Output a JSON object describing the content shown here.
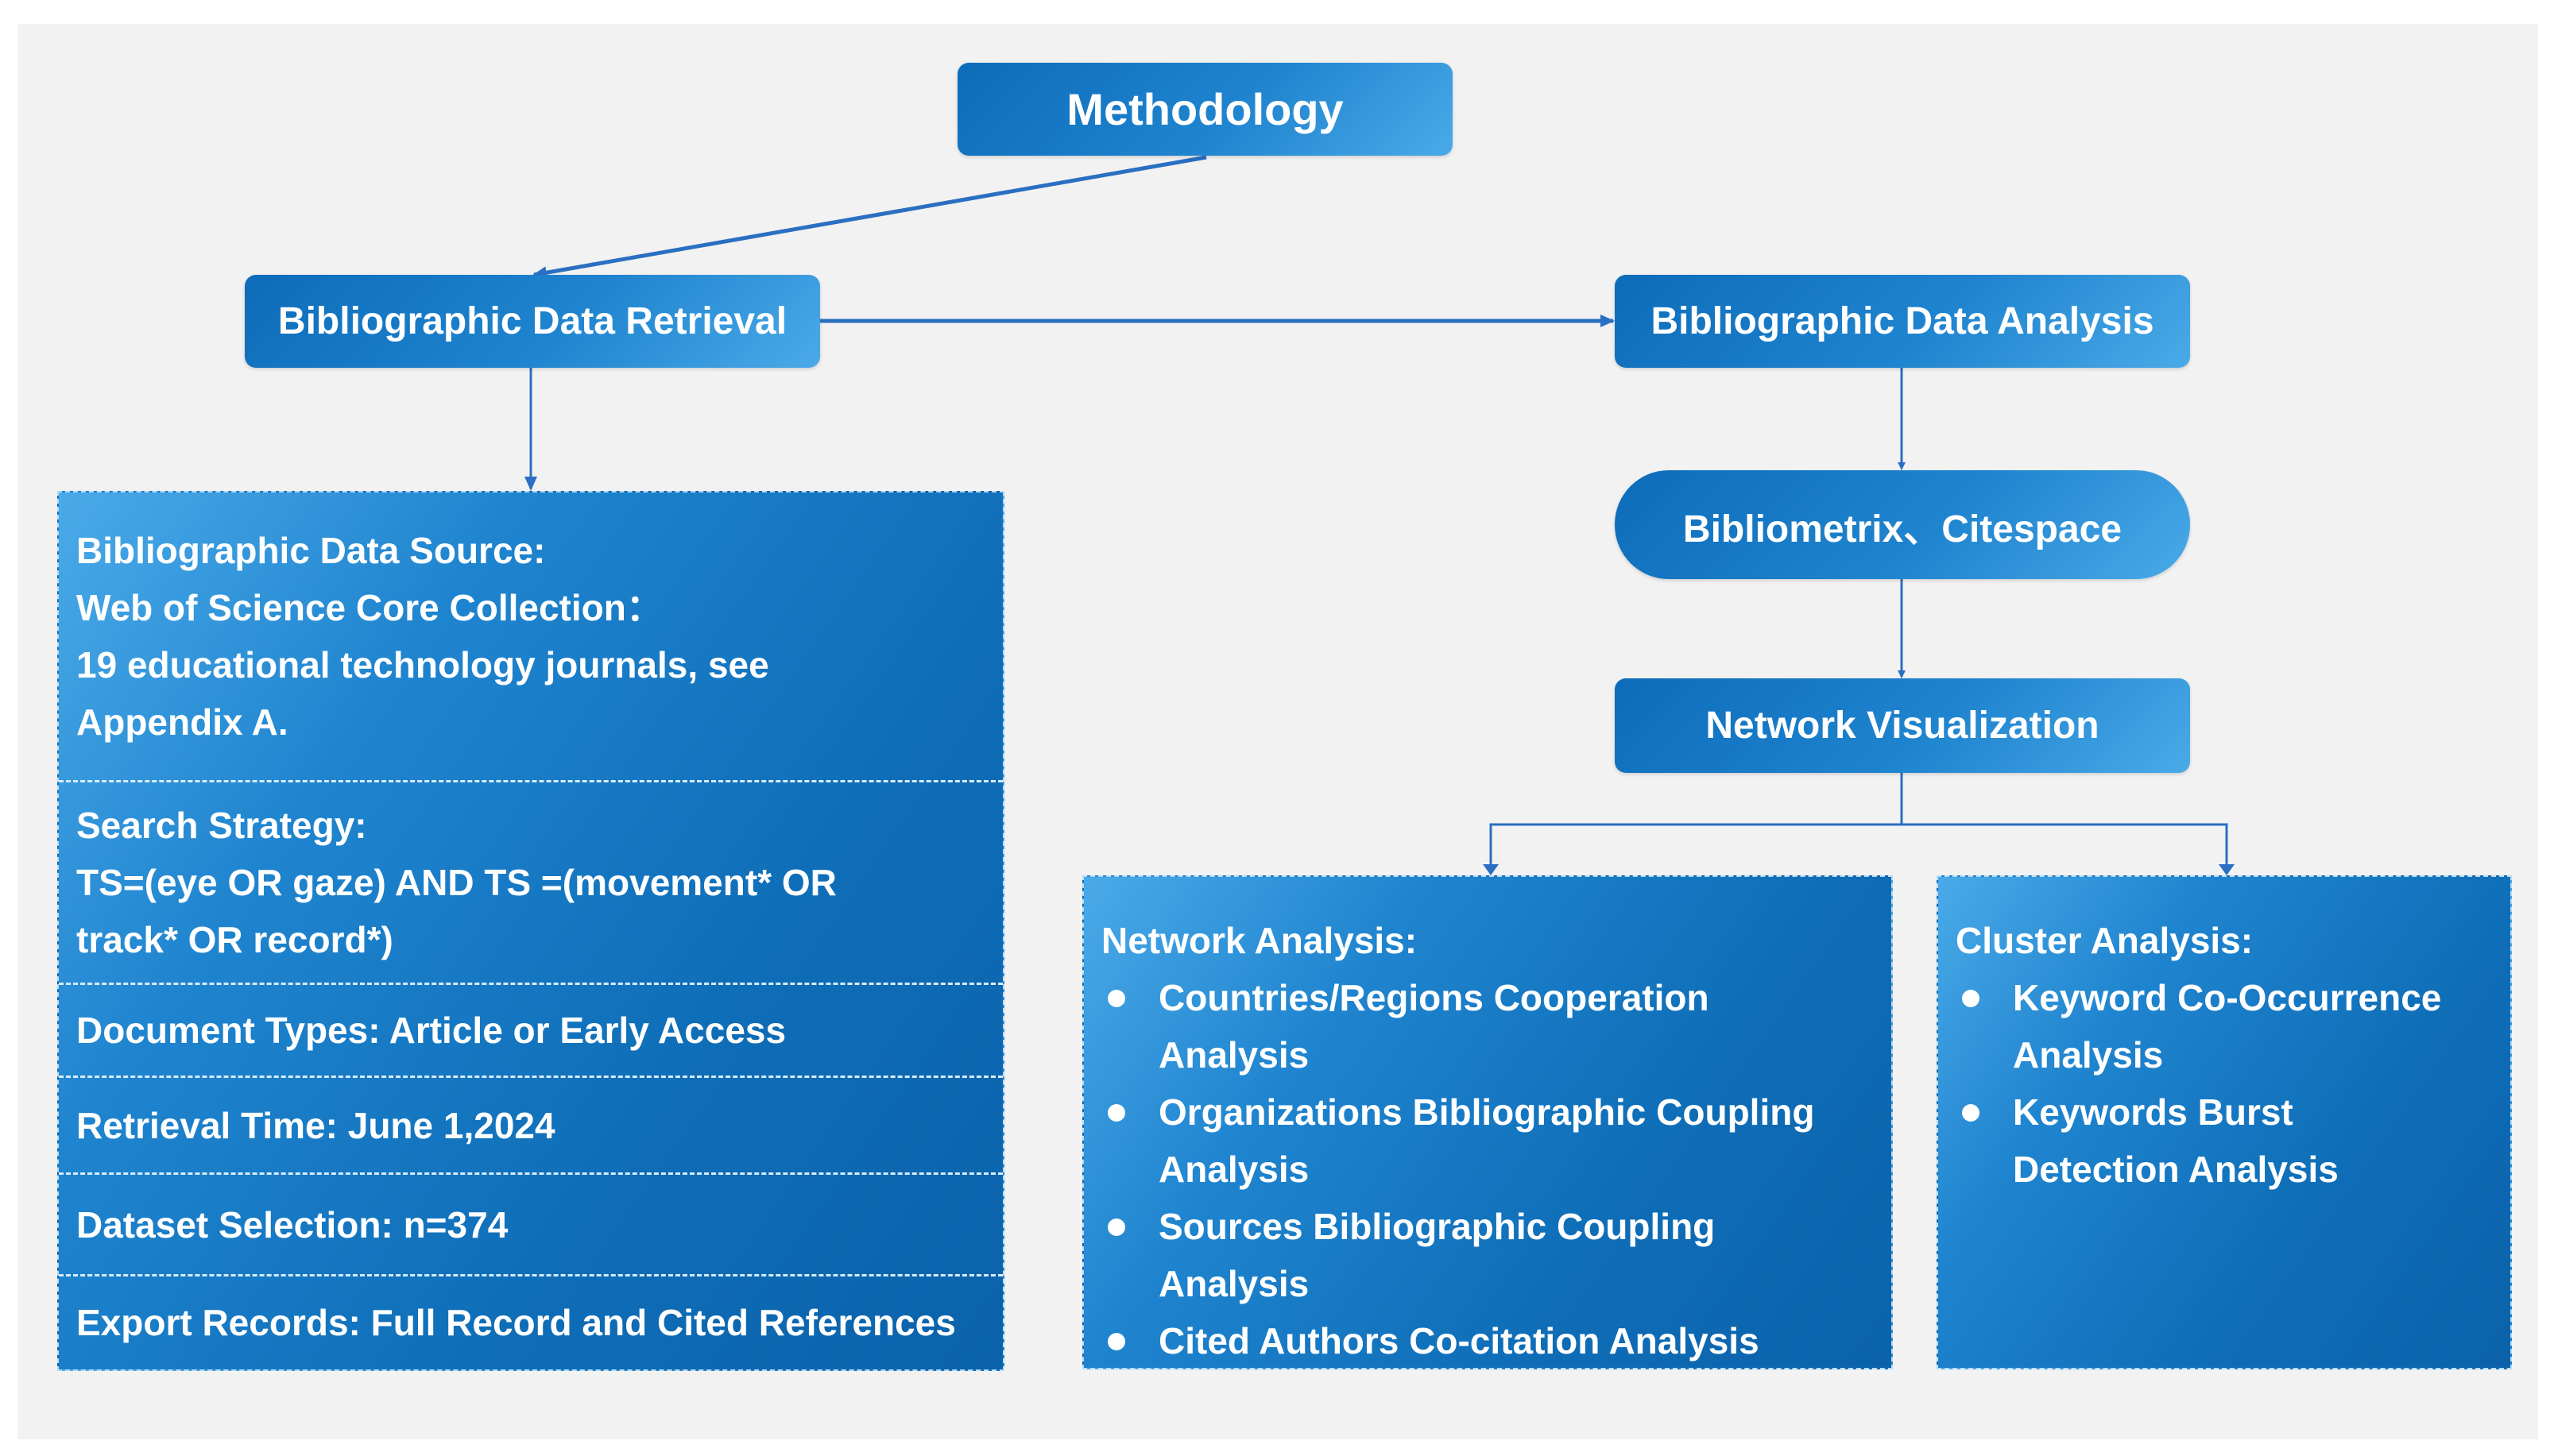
{
  "diagram": {
    "root": "Methodology",
    "retrieval": {
      "title": "Bibliographic Data Retrieval",
      "sections": [
        {
          "lines": [
            "Bibliographic Data Source:",
            "Web of Science Core Collection：",
            "19 educational technology journals, see",
            "Appendix A."
          ]
        },
        {
          "lines": [
            "Search Strategy:",
            "TS=(eye OR gaze) AND TS =(movement* OR",
            "track* OR record*)"
          ]
        },
        {
          "lines": [
            "Document Types: Article or Early Access"
          ]
        },
        {
          "lines": [
            "Retrieval Time: June 1,2024"
          ]
        },
        {
          "lines": [
            "Dataset Selection: n=374"
          ]
        },
        {
          "lines": [
            "Export Records: Full Record and Cited References"
          ]
        }
      ]
    },
    "analysis": {
      "title": "Bibliographic Data Analysis",
      "tools": "Bibliometrix、Citespace",
      "visualization": "Network Visualization",
      "network": {
        "title": "Network Analysis:",
        "items": [
          [
            "Countries/Regions Cooperation",
            "Analysis"
          ],
          [
            "Organizations Bibliographic Coupling",
            "Analysis"
          ],
          [
            "Sources Bibliographic Coupling",
            "Analysis"
          ],
          [
            "Cited Authors Co-citation Analysis"
          ]
        ]
      },
      "cluster": {
        "title": "Cluster Analysis:",
        "items": [
          [
            "Keyword Co-Occurrence",
            "Analysis"
          ],
          [
            "Keywords Burst",
            "Detection Analysis"
          ]
        ]
      }
    },
    "colors": {
      "box": "#1479c4",
      "arrow": "#2a6fc2",
      "background": "#f2f2f2"
    }
  }
}
